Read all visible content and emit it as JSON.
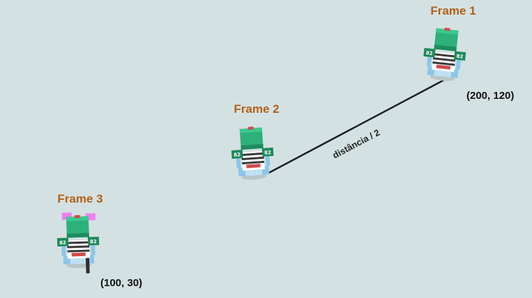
{
  "frames": [
    {
      "title": "Frame 1",
      "coords": "(200, 120)"
    },
    {
      "title": "Frame 2",
      "coords": ""
    },
    {
      "title": "Frame 3",
      "coords": "(100, 30)"
    }
  ],
  "segment_label": "distância / 2",
  "sprite": {
    "jersey_number": "82",
    "cap_color": "#22a06b",
    "accent_color": "#ef7fef"
  },
  "colors": {
    "background": "#d4e1e3",
    "title": "#b45f14",
    "line": "#1b1f22"
  }
}
